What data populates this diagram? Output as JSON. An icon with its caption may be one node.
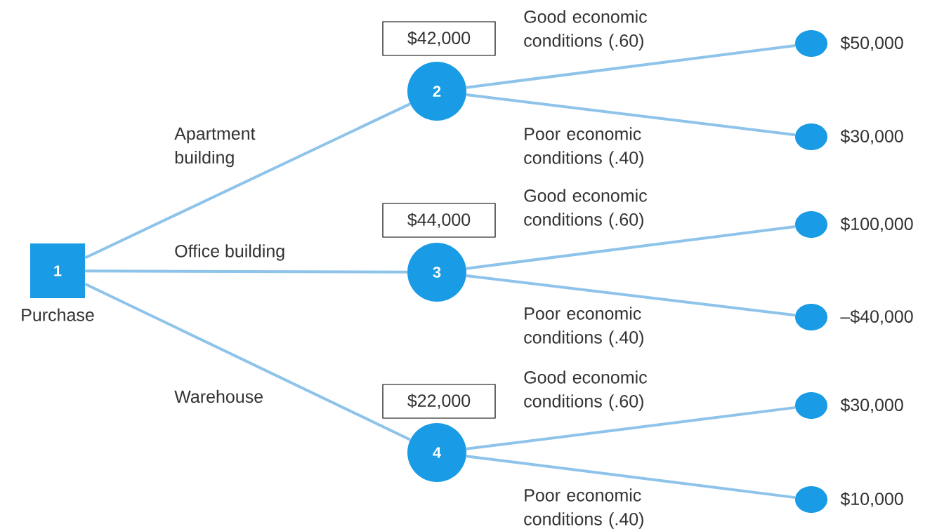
{
  "diagram": {
    "nodes": [
      {
        "text": [
          "1"
        ],
        "beside": [
          "Purchase"
        ]
      },
      {
        "text": [
          "$42,000"
        ]
      },
      {
        "text": [
          "2"
        ]
      },
      {
        "text": [
          "$44,000"
        ]
      },
      {
        "text": [
          "3"
        ]
      },
      {
        "text": [
          "$22,000"
        ]
      },
      {
        "text": [
          "4"
        ]
      },
      {
        "text": [],
        "shape": "circle",
        "beside": [
          "$50,000"
        ]
      },
      {
        "text": [],
        "shape": "circle",
        "beside": [
          "$30,000"
        ]
      },
      {
        "text": [],
        "shape": "circle",
        "beside": [
          "$100,000"
        ]
      },
      {
        "text": [],
        "shape": "circle",
        "beside": [
          "–$40,000"
        ]
      },
      {
        "text": [],
        "shape": "circle",
        "beside": [
          "$30,000"
        ]
      },
      {
        "text": [],
        "shape": "circle",
        "beside": [
          "$10,000"
        ]
      }
    ],
    "edges": [
      {
        "from": 0,
        "to": 2,
        "arrow": "none",
        "label": "Apartment building"
      },
      {
        "from": 0,
        "to": 4,
        "arrow": "none",
        "label": "Office building"
      },
      {
        "from": 0,
        "to": 6,
        "arrow": "none",
        "label": "Warehouse"
      },
      {
        "from": 2,
        "to": 7,
        "arrow": "none",
        "label": "Good economic conditions (.60)"
      },
      {
        "from": 2,
        "to": 8,
        "arrow": "none",
        "label": "Poor economic conditions (.40)"
      },
      {
        "from": 4,
        "to": 9,
        "arrow": "none",
        "label": "Good economic conditions (.60)"
      },
      {
        "from": 4,
        "to": 10,
        "arrow": "none",
        "label": "Poor economic conditions (.40)"
      },
      {
        "from": 6,
        "to": 11,
        "arrow": "none",
        "label": "Good economic conditions (.60)"
      },
      {
        "from": 6,
        "to": 12,
        "arrow": "none",
        "label": "Poor economic conditions (.40)"
      }
    ]
  }
}
